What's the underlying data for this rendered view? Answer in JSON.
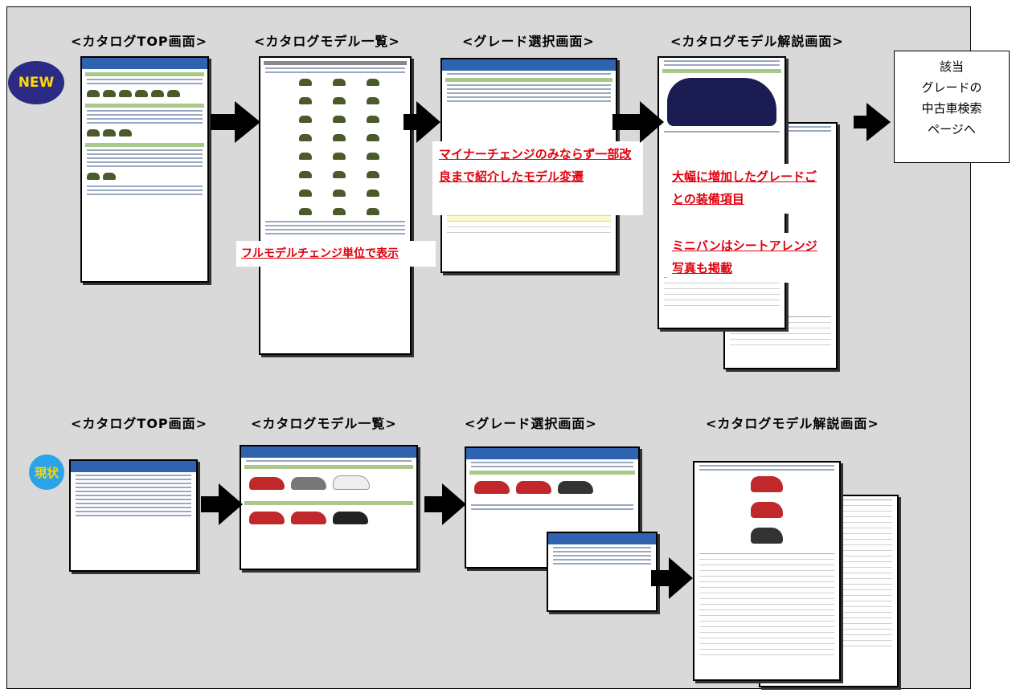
{
  "badges": {
    "new": "NEW",
    "current": "現状"
  },
  "rows": {
    "new": {
      "steps": [
        "<カタログTOP画面>",
        "<カタログモデル一覧>",
        "<グレード選択画面>",
        "<カタログモデル解説画面>"
      ],
      "notes": [
        "フルモデルチェンジ単位で表示",
        "マイナーチェンジのみならず一部改良まで紹介したモデル変遷",
        "大幅に増加したグレードごとの装備項目",
        "ミニバンはシートアレンジ写真も掲載"
      ],
      "destination": "該当\nグレードの\n中古車検索\nページへ"
    },
    "current": {
      "steps": [
        "<カタログTOP画面>",
        "<カタログモデル一覧>",
        "<グレード選択画面>",
        "<カタログモデル解説画面>"
      ]
    }
  },
  "colors": {
    "new_badge": "#2b2b86",
    "new_badge_text": "#ffd800",
    "current_badge": "#2aa3e8",
    "current_badge_text": "#ffd800",
    "note_text": "#e0000c",
    "panel": "#d9d9d9"
  }
}
